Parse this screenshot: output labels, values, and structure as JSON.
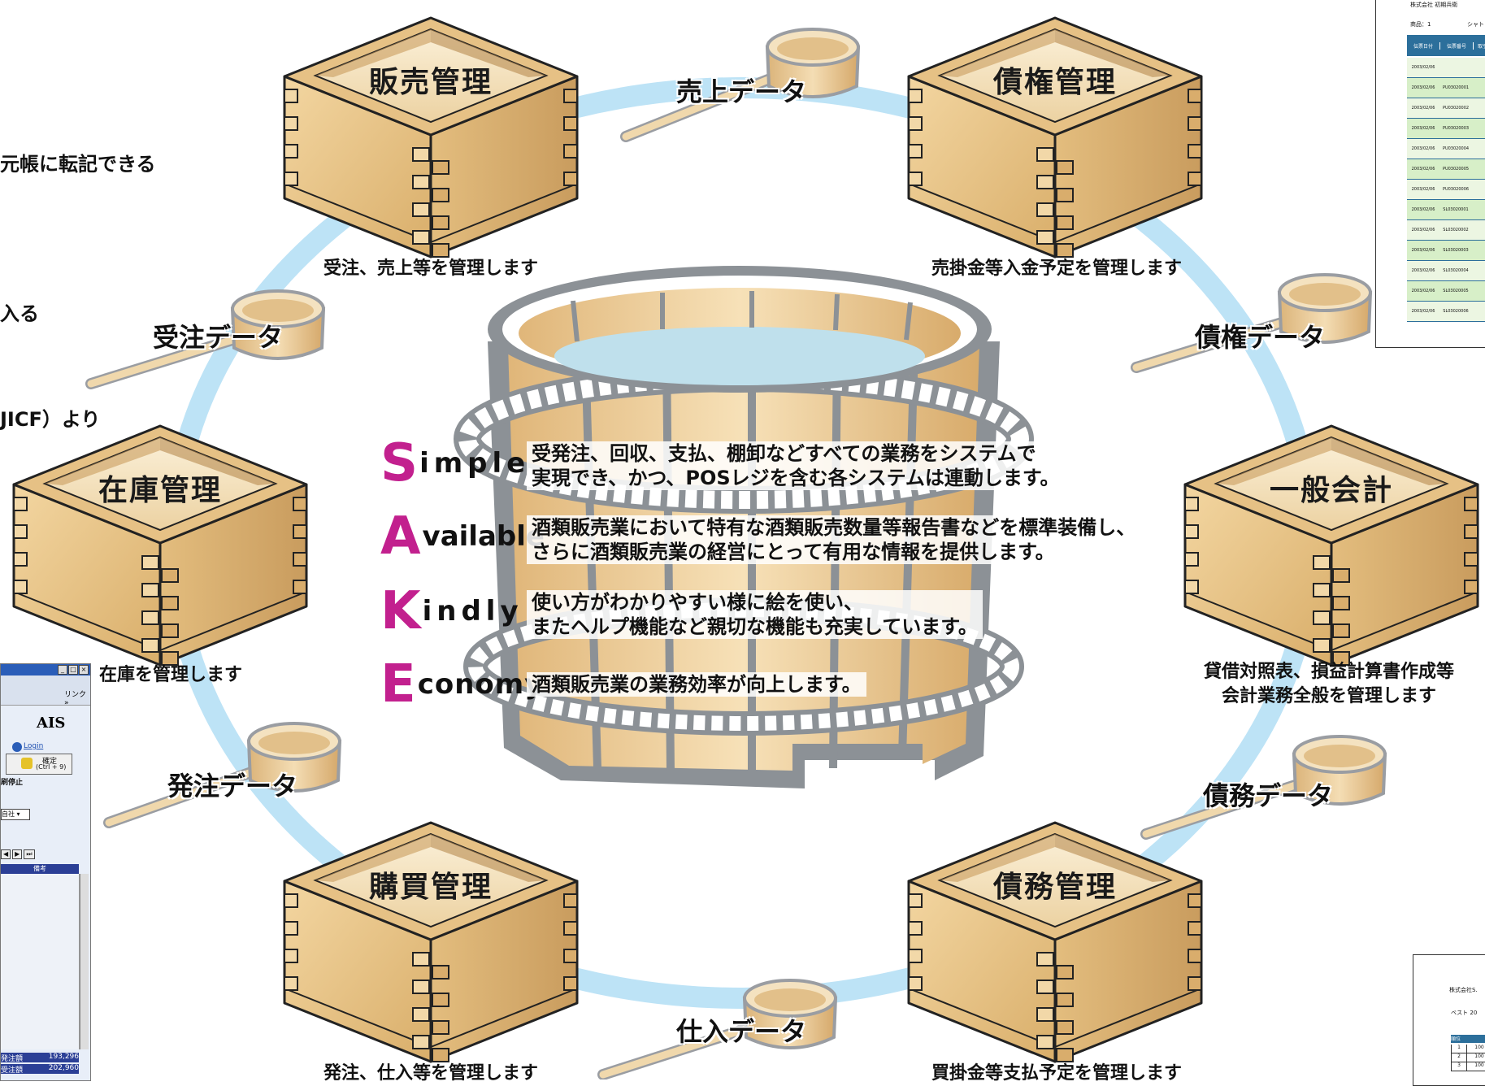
{
  "colors": {
    "ring": "#bde3f6",
    "wood_light": "#f6e3bd",
    "wood_mid": "#e2bd7d",
    "wood_dark": "#caa066",
    "outline": "#222222",
    "accent_letter": "#c2208e",
    "tub_frame": "#8c9196",
    "water": "#bfe0ec"
  },
  "left_fragments": [
    "元帳に転記できる",
    "入る",
    "JICF）より"
  ],
  "modules": [
    {
      "id": "sales",
      "title": "販売管理",
      "caption": "受注、売上等を管理します"
    },
    {
      "id": "receivables",
      "title": "債権管理",
      "caption": "売掛金等入金予定を管理します"
    },
    {
      "id": "inventory",
      "title": "在庫管理",
      "caption": "在庫を管理します"
    },
    {
      "id": "general_ledger",
      "title": "一般会計",
      "caption": "貸借対照表、損益計算書作成等\n会計業務全般を管理します"
    },
    {
      "id": "purchasing",
      "title": "購買管理",
      "caption": "発注、仕入等を管理します"
    },
    {
      "id": "payables",
      "title": "債務管理",
      "caption": "買掛金等支払予定を管理します"
    }
  ],
  "data_flows": [
    {
      "id": "sales_data",
      "label": "売上データ"
    },
    {
      "id": "order_data",
      "label": "受注データ"
    },
    {
      "id": "receivable_data",
      "label": "債権データ"
    },
    {
      "id": "purchase_order_data",
      "label": "発注データ"
    },
    {
      "id": "payable_data",
      "label": "債務データ"
    },
    {
      "id": "purchase_data",
      "label": "仕入データ"
    }
  ],
  "sake": [
    {
      "letter": "S",
      "rest": "imple",
      "desc": "受発注、回収、支払、棚卸などすべての業務をシステムで\n実現でき、かつ、POSレジを含む各システムは連動します。"
    },
    {
      "letter": "A",
      "rest": "vailable",
      "desc": "酒類販売業において特有な酒類販売数量等報告書などを標準装備し、\nさらに酒類販売業の経営にとって有用な情報を提供します。"
    },
    {
      "letter": "K",
      "rest": "indly",
      "desc": "使い方がわかりやすい様に絵を使い、\nまたヘルプ機能など親切な機能も充実しています。"
    },
    {
      "letter": "E",
      "rest": "conomy",
      "desc": "酒類販売業の業務効率が向上します。"
    }
  ],
  "screenshot_left": {
    "link_label": "リンク »",
    "logo_text": "AIS",
    "login_label": "Login",
    "confirm_button": "確定",
    "confirm_shortcut": "(Ctrl + 9)",
    "stop_label": "刷停止",
    "select_value": "自社",
    "column_header": "備考",
    "footer_rows": [
      {
        "label": "発注額",
        "value": "193,296"
      },
      {
        "label": "受注額",
        "value": "202,960"
      }
    ]
  },
  "screenshot_top_right": {
    "company": "株式会社 初期兵衛",
    "item_label": "商品：1",
    "unit_label": "シャト",
    "headers": [
      "伝票日付",
      "伝票番号",
      "取引"
    ],
    "rows": [
      [
        "2003/02/06",
        ""
      ],
      [
        "2003/02/06",
        "PU03020001"
      ],
      [
        "2003/02/06",
        "PU03020002"
      ],
      [
        "2003/02/06",
        "PU03020003"
      ],
      [
        "2003/02/06",
        "PU03020004"
      ],
      [
        "2003/02/06",
        "PU03020005"
      ],
      [
        "2003/02/06",
        "PU03020006"
      ],
      [
        "2003/02/06",
        "SL03020001"
      ],
      [
        "2003/02/06",
        "SL03020002"
      ],
      [
        "2003/02/06",
        "SL03020003"
      ],
      [
        "2003/02/06",
        "SL03020004"
      ],
      [
        "2003/02/06",
        "SL03020005"
      ],
      [
        "2003/02/06",
        "SL03020006"
      ]
    ]
  },
  "screenshot_bottom_right": {
    "company": "株式会社S.",
    "best_label": "ベスト 20",
    "header": "順位",
    "rows": [
      [
        "1",
        "100"
      ],
      [
        "2",
        "100"
      ],
      [
        "3",
        "100"
      ]
    ]
  }
}
